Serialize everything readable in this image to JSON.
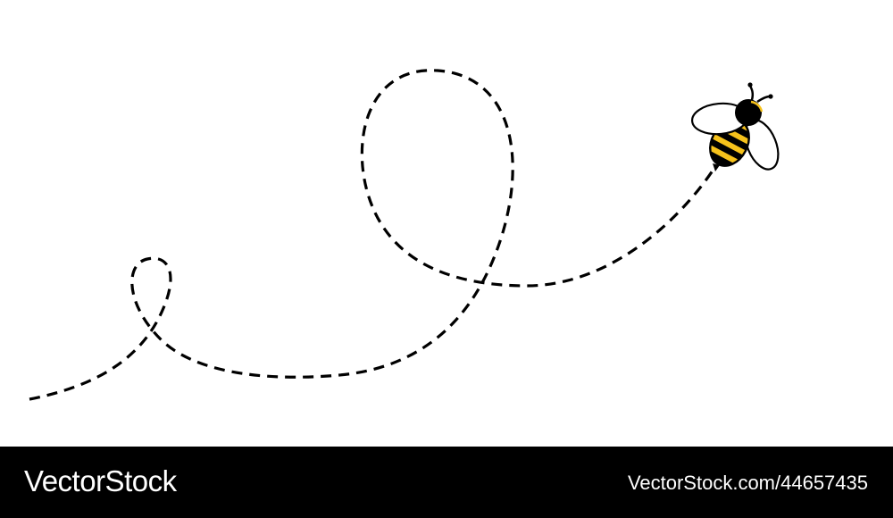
{
  "footer": {
    "brand": "VectorStock",
    "image_id": "VectorStock.com/44657435"
  },
  "illustration": {
    "subject": "bee-icon",
    "path": "dashed-flight-path",
    "colors": {
      "stripe_yellow": "#f6c21b",
      "body_black": "#000000",
      "wing_white": "#ffffff",
      "background": "#ffffff",
      "footer_background": "#000000"
    }
  }
}
